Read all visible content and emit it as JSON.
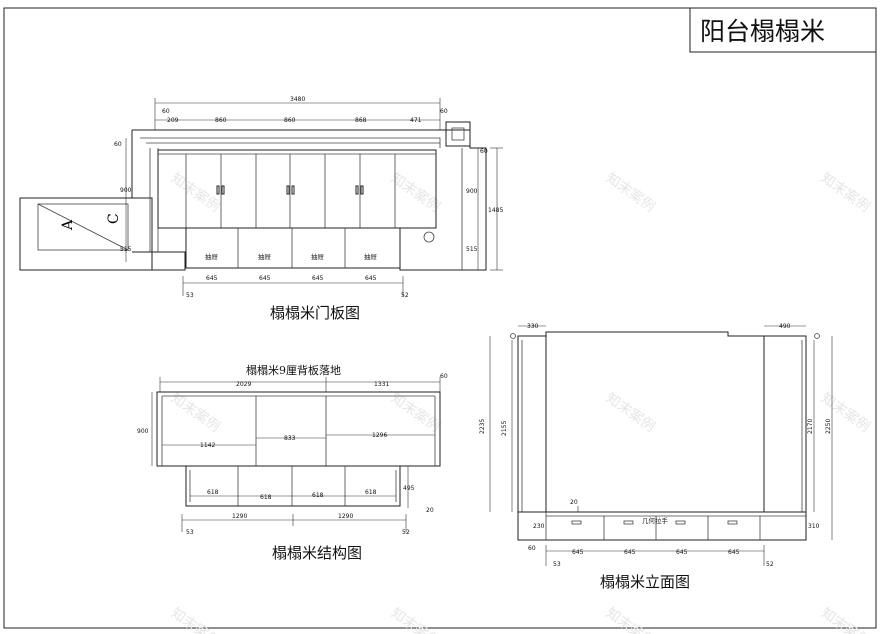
{
  "title": "阳台榻榻米",
  "watermark": "知末案例",
  "views": {
    "door_panel": {
      "caption": "榻榻米门板图",
      "total_width": "3480",
      "top_dims": [
        "209",
        "860",
        "860",
        "868",
        "471"
      ],
      "edge_60": "60",
      "left_dims": [
        "60",
        "900",
        "515"
      ],
      "right_dims": [
        "60",
        "900",
        "515"
      ],
      "overall_height": "1485",
      "drawer_label": "抽屉",
      "bottom_dims": [
        "645",
        "645",
        "645",
        "645"
      ],
      "foot_left": "53",
      "foot_right": "52",
      "corner_letters": [
        "A",
        "C"
      ]
    },
    "structure": {
      "caption": "榻榻米结构图",
      "note": "榻榻米9厘背板落地",
      "top_dims": [
        "2029",
        "1331",
        "60"
      ],
      "height_upper": "900",
      "shelf_dims": [
        "1142",
        "833",
        "1296"
      ],
      "drawer_dims": [
        "618",
        "618",
        "618",
        "618"
      ],
      "height_lower": "495",
      "side_20": "20",
      "bottom_dims": [
        "1290",
        "1290"
      ],
      "foot_left": "53",
      "foot_right": "52"
    },
    "elevation": {
      "caption": "榻榻米立面图",
      "top_left": "330",
      "top_right": "490",
      "left_heights": [
        "2235",
        "2155"
      ],
      "right_heights": [
        "2170",
        "2250"
      ],
      "label_20": "20",
      "handle_note": "几何拉手",
      "left_230": "230",
      "right_310": "310",
      "left_60": "60",
      "bottom_dims": [
        "645",
        "645",
        "645",
        "645"
      ],
      "foot_left": "53",
      "foot_right": "52"
    }
  }
}
